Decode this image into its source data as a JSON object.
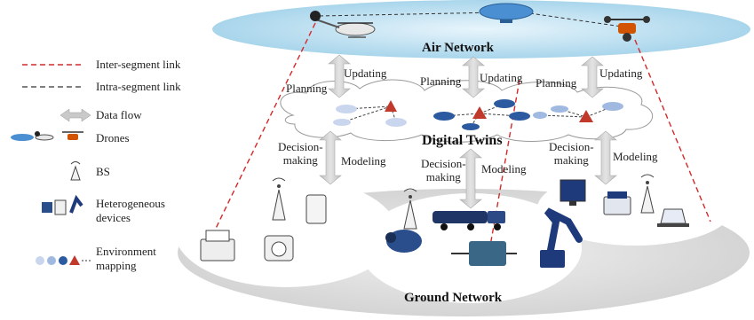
{
  "diagram": {
    "air_network": "Air Network",
    "digital_twins": "Digital Twins",
    "ground_network": "Ground Network",
    "flows": {
      "left_planning": "Planning",
      "left_updating": "Updating",
      "mid_planning": "Planning",
      "mid_updating": "Updating",
      "right_planning": "Planning",
      "right_updating": "Updating",
      "left_decision": "Decision-\nmaking",
      "left_modeling": "Modeling",
      "mid_decision": "Decision-\nmaking",
      "mid_modeling": "Modeling",
      "right_decision": "Decision-\nmaking",
      "right_modeling": "Modeling"
    }
  },
  "legend": {
    "inter_segment": "Inter-segment link",
    "intra_segment": "Intra-segment link",
    "data_flow": "Data flow",
    "drones": "Drones",
    "bs": "BS",
    "heterogeneous": "Heterogeneous\ndevices",
    "environment": "Environment\nmapping"
  },
  "colors": {
    "sky": "#a9d6ec",
    "ground": "#dcdcdc",
    "inter_link": "#d62828",
    "intra_link": "#333333",
    "arrow": "#c9c9c9",
    "node_dark": "#2c5aa0",
    "node_light": "#9fb9e0",
    "triangle": "#c0392b"
  }
}
